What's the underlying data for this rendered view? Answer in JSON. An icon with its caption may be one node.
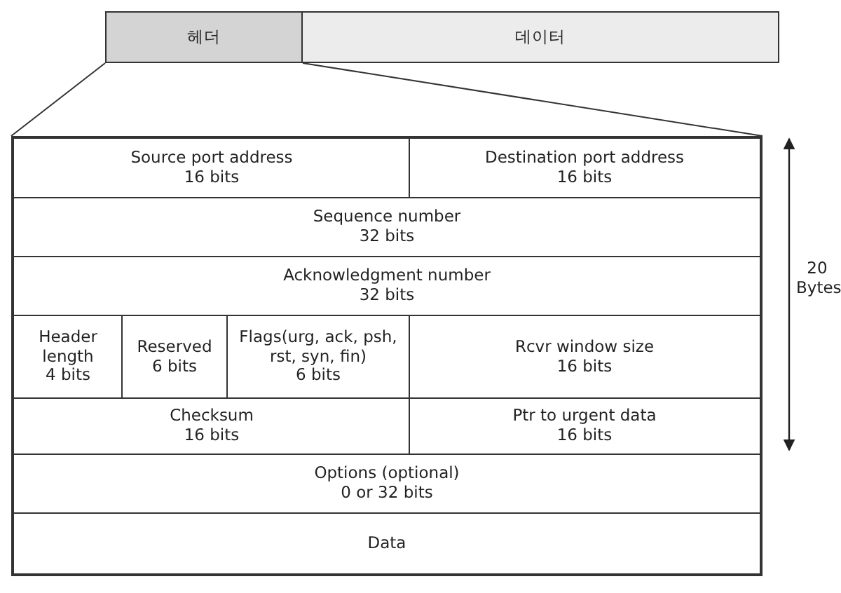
{
  "diagram": {
    "nodes": [
      {
        "text": [
          "헤더"
        ]
      },
      {
        "text": [
          "데이터"
        ]
      },
      {
        "text": [],
        "shape": "box"
      }
    ],
    "edges": [
      {
        "from": 0,
        "to": 2,
        "arrow": "none"
      },
      {
        "from": 0,
        "to": 2,
        "arrow": "none"
      }
    ],
    "labels": [
      "Source port address",
      "16 bits",
      "Destination port address",
      "16 bits",
      "Sequence number",
      "32 bits",
      "Acknowledgment number",
      "32 bits",
      "Header length",
      "4 bits",
      "Reserved",
      "6 bits",
      "Flags(urg, ack, psh, rst, syn, fin)",
      "6 bits",
      "Rcvr window size",
      "16 bits",
      "Checksum",
      "16 bits",
      "Ptr to urgent data",
      "16 bits",
      "Options (optional)",
      "0 or 32 bits",
      "Data",
      "20 Bytes"
    ]
  }
}
